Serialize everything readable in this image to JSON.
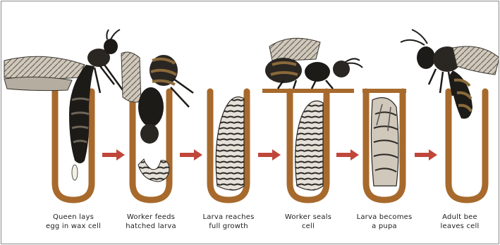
{
  "colors": {
    "cell_wall": "#a76a2c",
    "cell_inner": "#ffffff",
    "arrow": "#c0463a",
    "insect_dark": "#1d1b17",
    "insect_mid": "#6e6458",
    "insect_light": "#d9d2c6",
    "bee_band": "#8a6a3a"
  },
  "steps": [
    {
      "line1": "Queen lays",
      "line2": "egg in wax cell"
    },
    {
      "line1": "Worker feeds",
      "line2": "hatched larva"
    },
    {
      "line1": "Larva reaches",
      "line2": "full growth"
    },
    {
      "line1": "Worker seals",
      "line2": "cell"
    },
    {
      "line1": "Larva becomes",
      "line2": "a pupa"
    },
    {
      "line1": "Adult bee",
      "line2": "leaves cell"
    }
  ]
}
